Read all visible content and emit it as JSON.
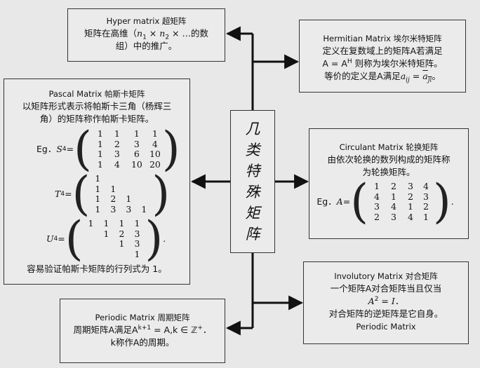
{
  "center": {
    "chars": [
      "几",
      "类",
      "特",
      "殊",
      "矩",
      "阵"
    ]
  },
  "hyper": {
    "title": "Hyper matrix  超矩阵",
    "desc_a": "矩阵在高维（",
    "n1": "n",
    "n1s": "1",
    "times1": " × ",
    "n2": "n",
    "n2s": "2",
    "times2": " × …的数",
    "desc_b": "组）中的推广。"
  },
  "hermitian": {
    "title": "Hermitian Matrix  埃尔米特矩阵",
    "l1": "定义在复数域上的矩阵A若满足",
    "l2a": "A = A",
    "l2sup": "H",
    "l2b": " 则称为埃尔米特矩阵。",
    "l3a": "等价的定义是A满足",
    "aij": "a",
    "ij": "ij",
    "eq": " = ",
    "aji": "a",
    "ji": "ji",
    "l3b": "。"
  },
  "pascal": {
    "title": "Pascal Matrix  帕斯卡矩阵",
    "l1": "以矩阵形式表示将帕斯卡三角（杨辉三",
    "l2": "角）的矩阵称作帕斯卡矩阵。",
    "s_label": "Eg．",
    "s_name": "S",
    "s_sub": "4",
    "s_eq": " = ",
    "s_rows": [
      [
        "1",
        "1",
        "1",
        "1"
      ],
      [
        "1",
        "2",
        "3",
        "4"
      ],
      [
        "1",
        "3",
        "6",
        "10"
      ],
      [
        "1",
        "4",
        "10",
        "20"
      ]
    ],
    "t_name": "T",
    "t_sub": "4",
    "t_eq": " = ",
    "t_rows": [
      [
        "1",
        "",
        "",
        ""
      ],
      [
        "1",
        "1",
        "",
        ""
      ],
      [
        "1",
        "2",
        "1",
        ""
      ],
      [
        "1",
        "3",
        "3",
        "1"
      ]
    ],
    "u_name": "U",
    "u_sub": "4",
    "u_eq": " = ",
    "u_rows": [
      [
        "1",
        "1",
        "1",
        "1"
      ],
      [
        "",
        "1",
        "2",
        "3"
      ],
      [
        "",
        "",
        "1",
        "3"
      ],
      [
        "",
        "",
        "",
        "1"
      ]
    ],
    "u_end": ".",
    "footer": "容易验证帕斯卡矩阵的行列式为 1。"
  },
  "circulant": {
    "title": "Circulant Matrix  轮换矩阵",
    "l1": "由依次轮换的数列构成的矩阵称",
    "l2": "为轮换矩阵。",
    "eg": "Eg．",
    "name": "A",
    "eq": " = ",
    "rows": [
      [
        "1",
        "2",
        "3",
        "4"
      ],
      [
        "4",
        "1",
        "2",
        "3"
      ],
      [
        "3",
        "4",
        "1",
        "2"
      ],
      [
        "2",
        "3",
        "4",
        "1"
      ]
    ],
    "end": "."
  },
  "involutory": {
    "title": "Involutory Matrix  对合矩阵",
    "l1": "一个矩阵A对合矩阵当且仅当",
    "l2a": "A",
    "l2sup": "2",
    "l2b": " = ",
    "l2c": "I",
    "l2d": "．",
    "l3": "对合矩阵的逆矩阵是它自身。",
    "l4": "Periodic Matrix"
  },
  "periodic": {
    "title": "Periodic Matrix  周期矩阵",
    "l1a": "周期矩阵A满足A",
    "l1sup": "k+1",
    "l1b": " = A,k ∈ ℤ",
    "l1sup2": "+",
    "l1c": "．",
    "l2": "k称作A的周期。"
  }
}
